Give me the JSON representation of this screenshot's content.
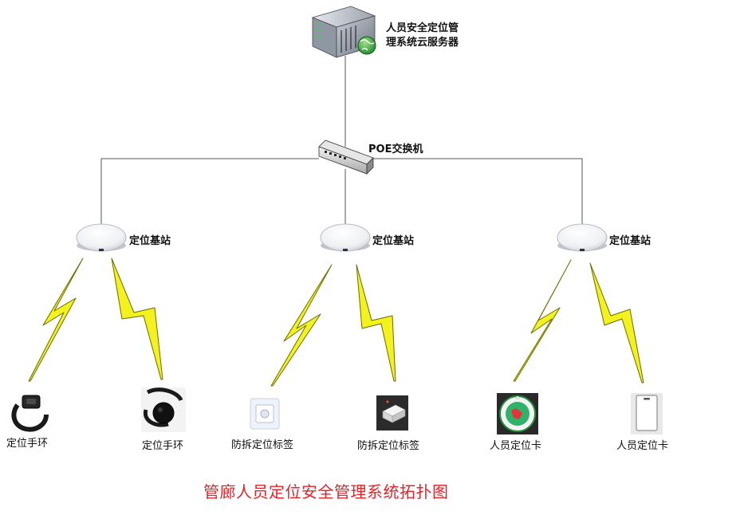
{
  "server": {
    "label_line1": "人员安全定位管",
    "label_line2": "理系统云服务器",
    "icon": "server-icon"
  },
  "switch": {
    "label": "POE交换机",
    "icon": "network-switch-icon"
  },
  "base_stations": [
    {
      "label": "定位基站",
      "icon": "base-station-icon"
    },
    {
      "label": "定位基站",
      "icon": "base-station-icon"
    },
    {
      "label": "定位基站",
      "icon": "base-station-icon"
    }
  ],
  "devices": [
    {
      "label": "定位手环",
      "icon": "wristband-icon"
    },
    {
      "label": "定位手环",
      "icon": "wristband-icon"
    },
    {
      "label": "防拆定位标签",
      "icon": "tamper-tag-icon"
    },
    {
      "label": "防拆定位标签",
      "icon": "tamper-tag-icon"
    },
    {
      "label": "人员定位卡",
      "icon": "round-id-card-icon"
    },
    {
      "label": "人员定位卡",
      "icon": "id-card-icon"
    }
  ],
  "caption": "管廊人员定位安全管理系统拓扑图",
  "colors": {
    "line": "#555555",
    "lightning_fill": "#f4f21c",
    "lightning_stroke": "#6b6b00",
    "caption": "#e0242a"
  }
}
